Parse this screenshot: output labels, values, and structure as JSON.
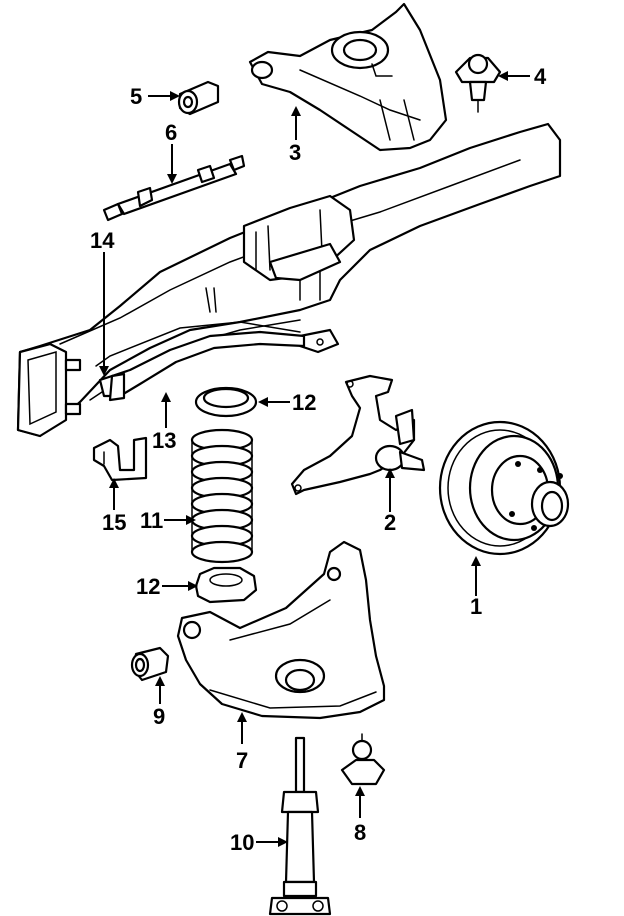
{
  "callouts": {
    "c1": "1",
    "c2": "2",
    "c3": "3",
    "c4": "4",
    "c5": "5",
    "c6": "6",
    "c7": "7",
    "c8": "8",
    "c9": "9",
    "c10": "10",
    "c11": "11",
    "c12a": "12",
    "c12b": "12",
    "c13": "13",
    "c14": "14",
    "c15": "15"
  }
}
